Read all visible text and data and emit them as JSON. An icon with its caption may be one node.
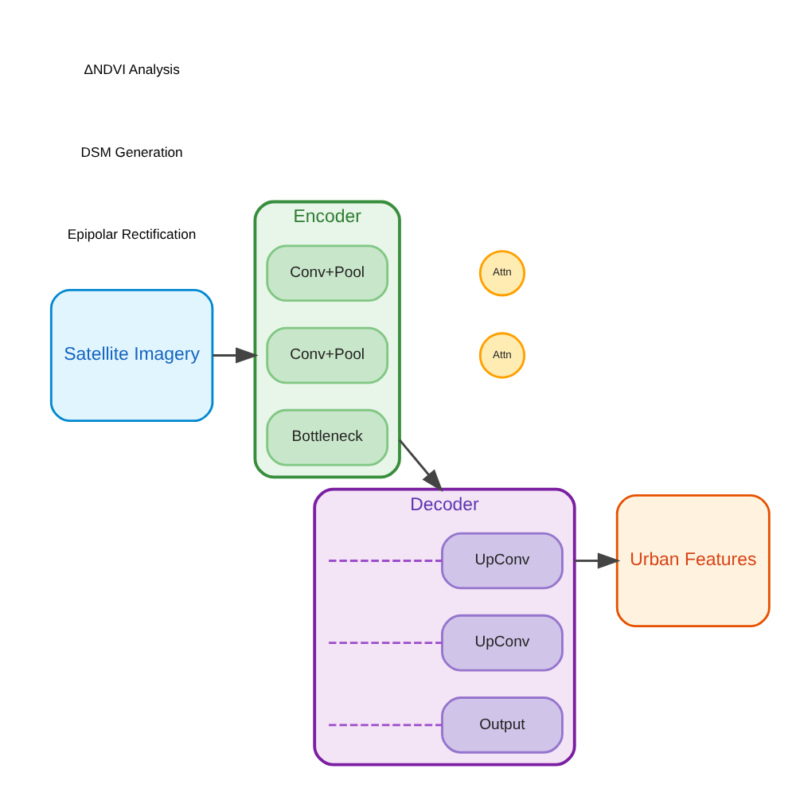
{
  "diagram": {
    "nodes": [
      {
        "text": [
          "Satellite Imagery"
        ]
      },
      {
        "text": [
          "Encoder"
        ]
      },
      {
        "text": [
          "Conv+Pool"
        ],
        "in": 1
      },
      {
        "text": [
          "Conv+Pool"
        ],
        "in": 1
      },
      {
        "text": [
          "Bottleneck"
        ],
        "in": 1
      },
      {
        "text": [
          "Attn"
        ]
      },
      {
        "text": [
          "Attn"
        ]
      },
      {
        "text": [
          "Decoder"
        ]
      },
      {
        "text": [
          "UpConv"
        ],
        "in": 7
      },
      {
        "text": [
          "UpConv"
        ],
        "in": 7
      },
      {
        "text": [
          "Output"
        ],
        "in": 7
      },
      {
        "text": [
          "Urban Features"
        ]
      }
    ],
    "edges": [
      {
        "from": 0,
        "to": 1,
        "arrow": "to"
      },
      {
        "from": 1,
        "to": 7,
        "arrow": "to"
      },
      {
        "from": 7,
        "to": 11,
        "arrow": "to"
      },
      {
        "from": null,
        "to": 8,
        "arrow": "none",
        "style": "dashed",
        "color": "#9c4dcc"
      },
      {
        "from": null,
        "to": 9,
        "arrow": "none",
        "style": "dashed",
        "color": "#9c4dcc"
      },
      {
        "from": null,
        "to": 10,
        "arrow": "none",
        "style": "dashed",
        "color": "#9c4dcc"
      }
    ],
    "labels": [
      "ΔNDVI Analysis",
      "DSM Generation",
      "Epipolar Rectification"
    ]
  }
}
